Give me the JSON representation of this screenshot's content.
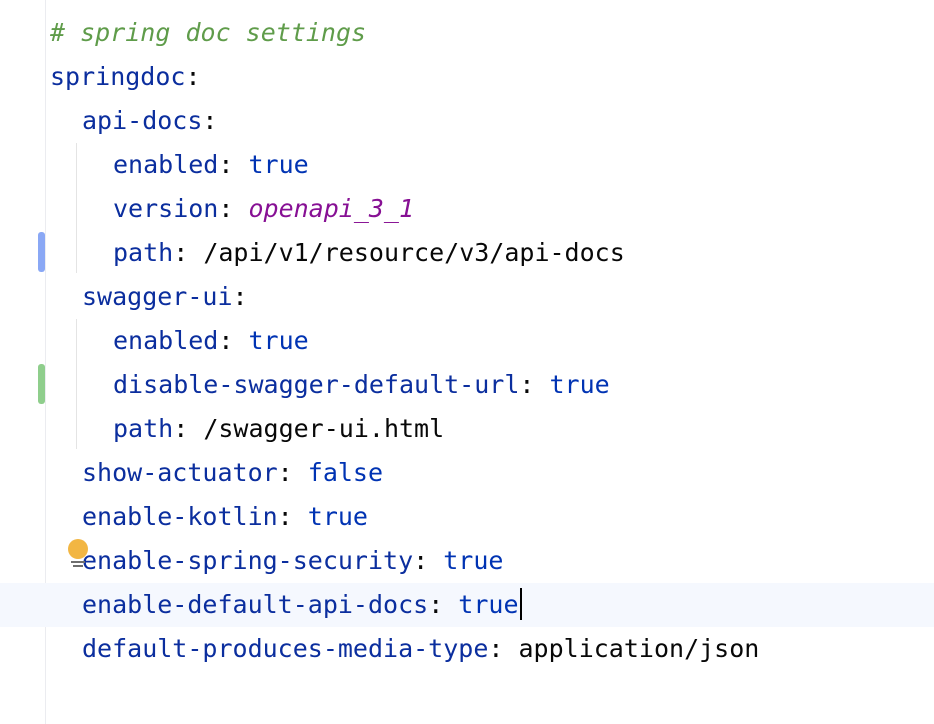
{
  "editor": {
    "language": "yaml",
    "lines": [
      {
        "comment": "# spring doc settings"
      },
      {
        "key": "springdoc",
        "sep": ":"
      },
      {
        "key": "api-docs",
        "sep": ":"
      },
      {
        "key": "enabled",
        "sep": ": ",
        "value": "true"
      },
      {
        "key": "version",
        "sep": ": ",
        "value": "openapi_3_1"
      },
      {
        "key": "path",
        "sep": ": ",
        "value": "/api/v1/resource/v3/api-docs"
      },
      {
        "key": "swagger-ui",
        "sep": ":"
      },
      {
        "key": "enabled",
        "sep": ": ",
        "value": "true"
      },
      {
        "key": "disable-swagger-default-url",
        "sep": ": ",
        "value": "true"
      },
      {
        "key": "path",
        "sep": ": ",
        "value": "/swagger-ui.html"
      },
      {
        "key": "show-actuator",
        "sep": ": ",
        "value": "false"
      },
      {
        "key": "enable-kotlin",
        "sep": ": ",
        "value": "true"
      },
      {
        "key": "enable-spring-security",
        "sep": ": ",
        "value": "true"
      },
      {
        "key": "enable-default-api-docs",
        "sep": ": ",
        "value": "true"
      },
      {
        "key": "default-produces-media-type",
        "sep": ": ",
        "value": "application/json"
      }
    ],
    "current_line": 14,
    "change_markers": [
      {
        "line": 6,
        "kind": "modified",
        "color": "#8aa8f5"
      },
      {
        "line": 9,
        "kind": "added",
        "color": "#8fce8c"
      }
    ],
    "intention_icon": "lightbulb-icon",
    "colors": {
      "comment": "#5f9c4a",
      "key": "#0b2e9e",
      "boolean": "#0033b3",
      "italic_string": "#871094",
      "current_line_bg": "#f5f8fe"
    }
  }
}
